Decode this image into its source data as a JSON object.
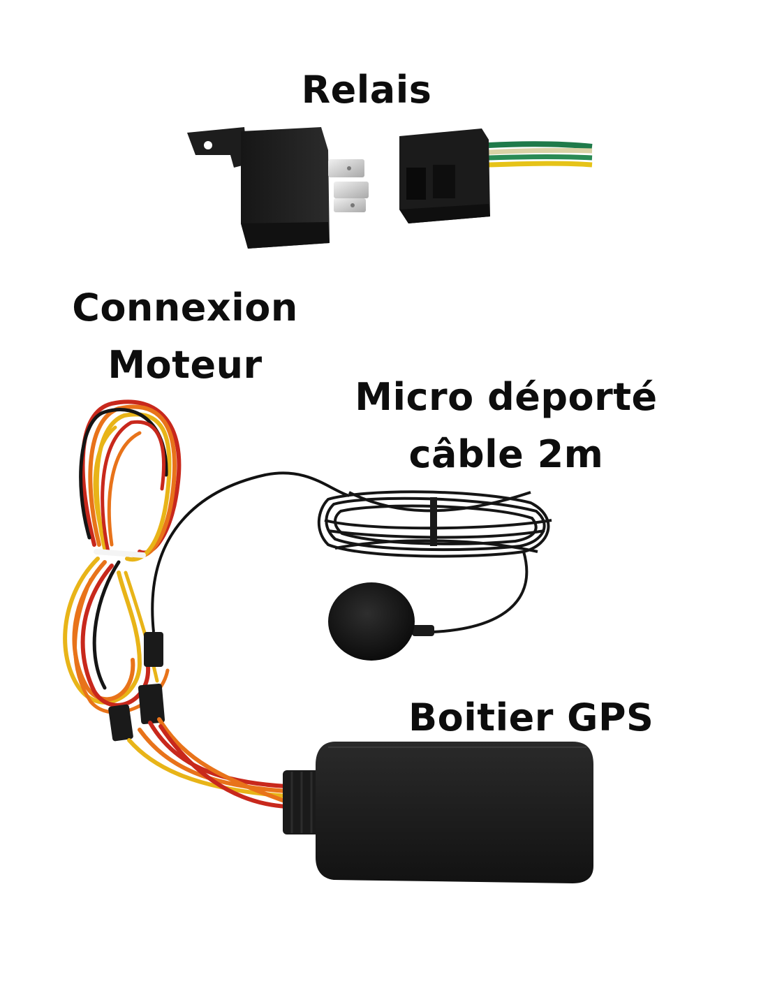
{
  "labels": {
    "relais": "Relais",
    "connexion_line1": "Connexion",
    "connexion_line2": "Moteur",
    "micro_line1": "Micro déporté",
    "micro_line2": "câble 2m",
    "boitier": "Boitier GPS"
  },
  "colors": {
    "background": "#ffffff",
    "device": "#1c1c1c",
    "wire_red": "#c8281c",
    "wire_orange": "#e8731a",
    "wire_yellow": "#e8b418",
    "wire_black": "#151515",
    "wire_green": "#1f7a4a"
  },
  "icons": [
    "relay-icon",
    "relay-socket-icon",
    "wire-harness-icon",
    "microphone-icon",
    "gps-box-icon"
  ]
}
